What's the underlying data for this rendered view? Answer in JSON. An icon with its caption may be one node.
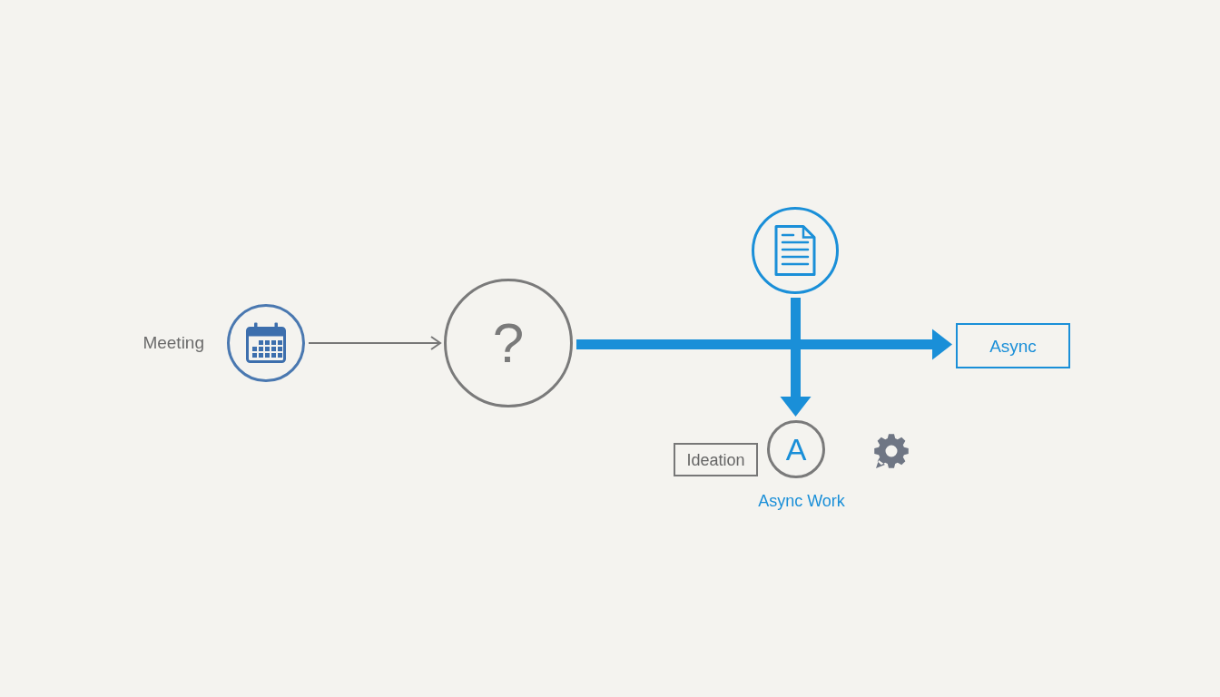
{
  "diagram": {
    "nodes": [
      {
        "text": [],
        "shape": "circle",
        "beside": [
          "Meeting"
        ]
      },
      {
        "text": [
          "?"
        ]
      },
      {
        "text": [],
        "shape": "circle"
      },
      {
        "text": [
          "Async"
        ]
      },
      {
        "text": [
          "Ideation"
        ]
      },
      {
        "text": [
          "A"
        ],
        "beside": [
          "Async Work"
        ]
      }
    ],
    "edges": [
      {
        "from": 0,
        "to": 1,
        "arrow": "to",
        "color": "#777777"
      },
      {
        "from": 1,
        "to": 3,
        "arrow": "to"
      },
      {
        "from": 2,
        "to": 5,
        "arrow": "to"
      }
    ]
  }
}
